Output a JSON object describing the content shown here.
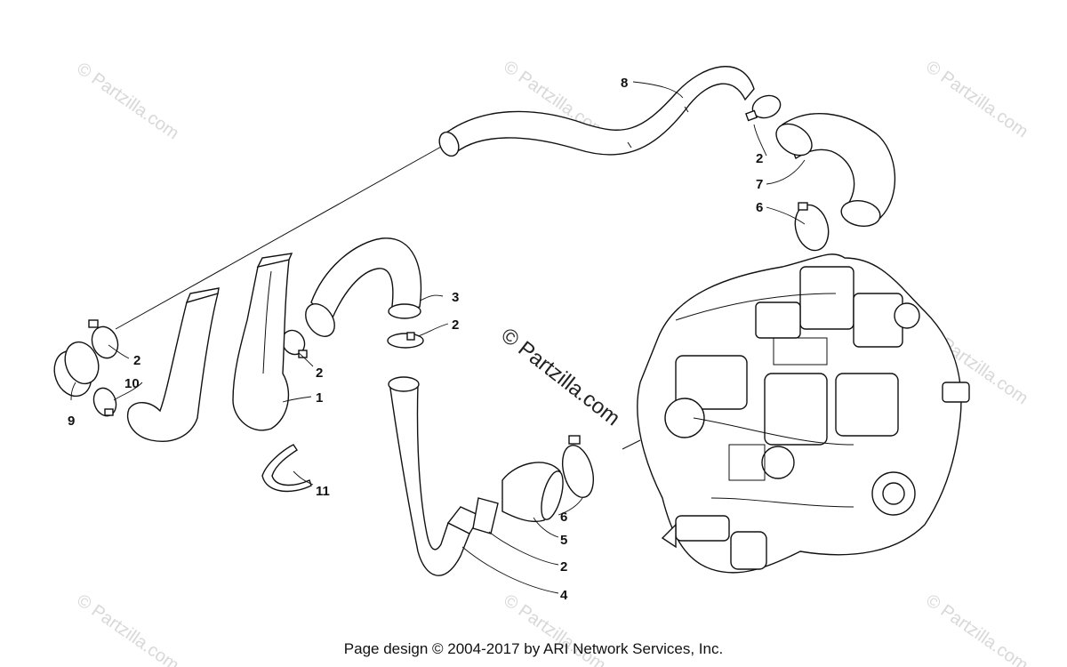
{
  "footer": "Page design © 2004-2017 by ARI Network Services, Inc.",
  "watermark": "© Partzilla.com",
  "callouts": [
    "8",
    "2",
    "7",
    "6",
    "3",
    "2",
    "2",
    "10",
    "9",
    "2",
    "1",
    "11",
    "6",
    "5",
    "2",
    "4"
  ]
}
